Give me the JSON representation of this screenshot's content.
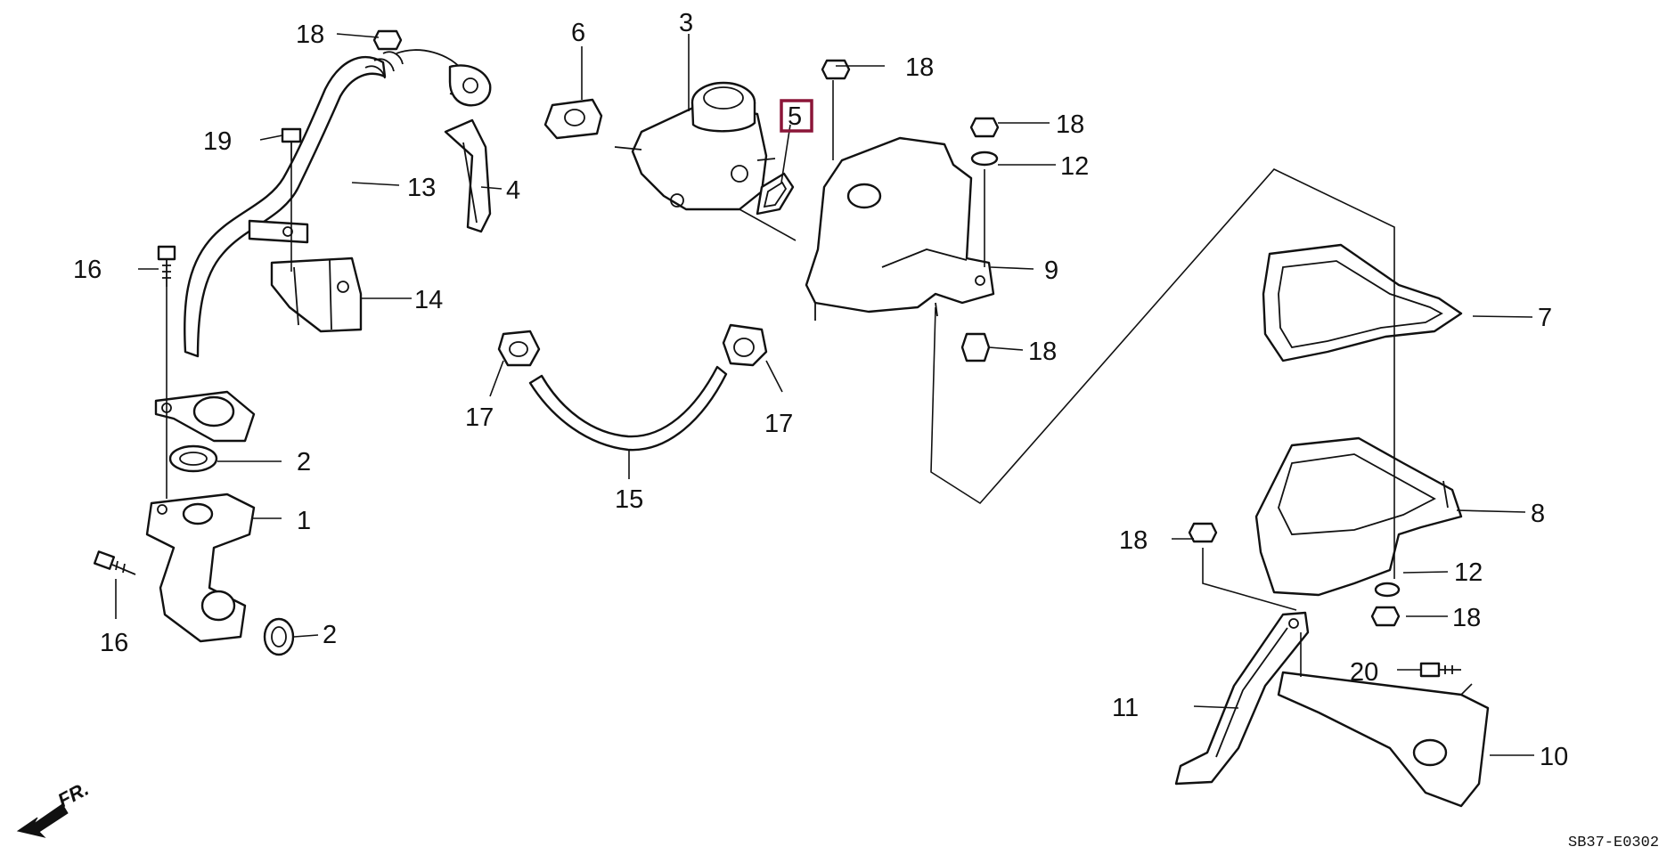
{
  "callouts": {
    "c1": "1",
    "c2a": "2",
    "c2b": "2",
    "c3": "3",
    "c4": "4",
    "c5": "5",
    "c6": "6",
    "c7": "7",
    "c8": "8",
    "c9": "9",
    "c10": "10",
    "c11": "11",
    "c12a": "12",
    "c12b": "12",
    "c13": "13",
    "c14": "14",
    "c15": "15",
    "c16a": "16",
    "c16b": "16",
    "c17a": "17",
    "c17b": "17",
    "c18a": "18",
    "c18b": "18",
    "c18c": "18",
    "c18d": "18",
    "c18e": "18",
    "c18f": "18",
    "c19": "19",
    "c20": "20"
  },
  "highlighted_callout": "5",
  "highlight_color": "#8b1538",
  "front_indicator": "FR.",
  "diagram_code": "SB37-E0302"
}
